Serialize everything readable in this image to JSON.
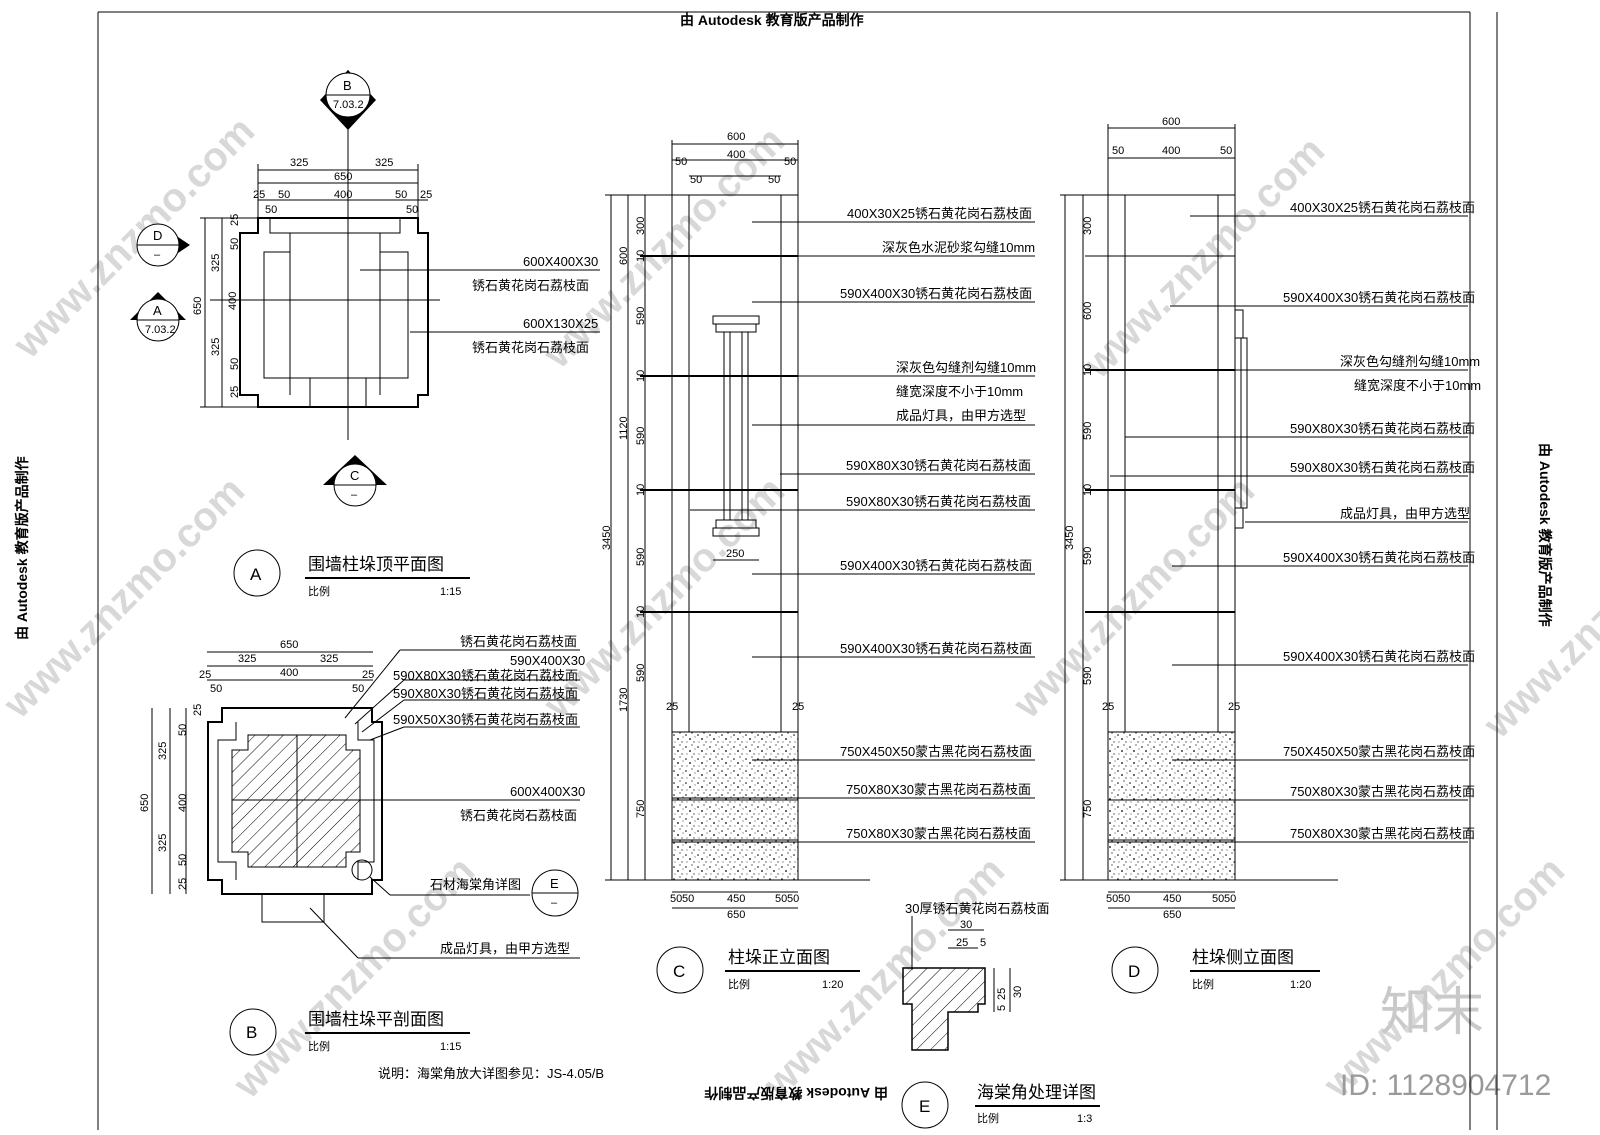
{
  "banner": {
    "top": "由 Autodesk 教育版产品制作",
    "left": "由 Autodesk 教育版产品制作",
    "right": "由 Autodesk 教育版产品制作",
    "bottom": "由 Autodesk 教育版产品制作"
  },
  "watermark": {
    "text": "www.znzmo.com",
    "logo": "知末",
    "id": "ID: 1128904712"
  },
  "section_marks": {
    "top": {
      "letter": "B",
      "ref": "7.03.2"
    },
    "left_d": {
      "letter": "D",
      "ref": "–"
    },
    "left_a": {
      "letter": "A",
      "ref": "7.03.2"
    },
    "bottom_c": {
      "letter": "C",
      "ref": "–"
    },
    "detail_e": {
      "letter": "E",
      "ref": "–"
    }
  },
  "drawing_a": {
    "circle": "A",
    "title": "围墙柱垛顶平面图",
    "scale_label": "比例",
    "scale": "1:15",
    "dims_top": [
      "325",
      "325",
      "650",
      "400",
      "25",
      "50",
      "50",
      "25",
      "50",
      "50"
    ],
    "dims_left": [
      "25",
      "50",
      "325",
      "400",
      "650",
      "325",
      "50",
      "25"
    ],
    "notes": [
      "600X400X30",
      "锈石黄花岗石荔枝面",
      "600X130X25",
      "锈石黄花岗石荔枝面"
    ]
  },
  "drawing_b": {
    "circle": "B",
    "title": "围墙柱垛平剖面图",
    "scale_label": "比例",
    "scale": "1:15",
    "dims_top": [
      "650",
      "25",
      "50",
      "325",
      "400",
      "325",
      "50",
      "25"
    ],
    "dims_left": [
      "25",
      "50",
      "325",
      "400",
      "650",
      "325",
      "50",
      "25"
    ],
    "notes": [
      "锈石黄花岗石荔枝面",
      "590X400X30",
      "590X80X30锈石黄花岗石荔枝面",
      "590X80X30锈石黄花岗石荔枝面",
      "590X50X30锈石黄花岗石荔枝面",
      "600X400X30",
      "锈石黄花岗石荔枝面",
      "石材海棠角详图",
      "成品灯具，由甲方选型"
    ],
    "remark": "说明：海棠角放大详图参见：JS-4.05/B"
  },
  "drawing_c": {
    "circle": "C",
    "title": "柱垛正立面图",
    "scale_label": "比例",
    "scale": "1:20",
    "dims_top": [
      "600",
      "50",
      "400",
      "50",
      "50",
      "50"
    ],
    "dims_left_inner": [
      "300",
      "10",
      "590",
      "10",
      "590",
      "10",
      "590",
      "10",
      "590",
      "750"
    ],
    "dims_left_outer": [
      "600",
      "1120",
      "3450",
      "1730"
    ],
    "dims_bottom": [
      "50",
      "50",
      "450",
      "50",
      "50",
      "650"
    ],
    "lamp_width": "250",
    "dim_25": "25",
    "notes": [
      "400X30X25锈石黄花岗石荔枝面",
      "深灰色水泥砂浆勾缝10mm",
      "590X400X30锈石黄花岗石荔枝面",
      "深灰色勾缝剂勾缝10mm",
      "缝宽深度不小于10mm",
      "成品灯具，由甲方选型",
      "590X80X30锈石黄花岗石荔枝面",
      "590X80X30锈石黄花岗石荔枝面",
      "590X400X30锈石黄花岗石荔枝面",
      "590X400X30锈石黄花岗石荔枝面",
      "750X450X50蒙古黑花岗石荔枝面",
      "750X80X30蒙古黑花岗石荔枝面",
      "750X80X30蒙古黑花岗石荔枝面"
    ]
  },
  "drawing_d": {
    "circle": "D",
    "title": "柱垛侧立面图",
    "scale_label": "比例",
    "scale": "1:20",
    "dims_top": [
      "600",
      "50",
      "400",
      "50"
    ],
    "dims_left_inner": [
      "300",
      "600",
      "10",
      "590",
      "10",
      "590",
      "590",
      "750"
    ],
    "dims_left_outer": [
      "3450"
    ],
    "dims_bottom": [
      "50",
      "50",
      "450",
      "50",
      "50",
      "650"
    ],
    "dim_25": "25",
    "notes": [
      "400X30X25锈石黄花岗石荔枝面",
      "590X400X30锈石黄花岗石荔枝面",
      "深灰色勾缝剂勾缝10mm",
      "缝宽深度不小于10mm",
      "590X80X30锈石黄花岗石荔枝面",
      "590X80X30锈石黄花岗石荔枝面",
      "成品灯具，由甲方选型",
      "590X400X30锈石黄花岗石荔枝面",
      "590X400X30锈石黄花岗石荔枝面",
      "750X450X50蒙古黑花岗石荔枝面",
      "750X80X30蒙古黑花岗石荔枝面",
      "750X80X30蒙古黑花岗石荔枝面"
    ]
  },
  "drawing_e": {
    "circle": "E",
    "title": "海棠角处理详图",
    "scale_label": "比例",
    "scale": "1:3",
    "note": "30厚锈石黄花岗石荔枝面",
    "dims": [
      "30",
      "25",
      "5",
      "25",
      "5",
      "30"
    ]
  }
}
